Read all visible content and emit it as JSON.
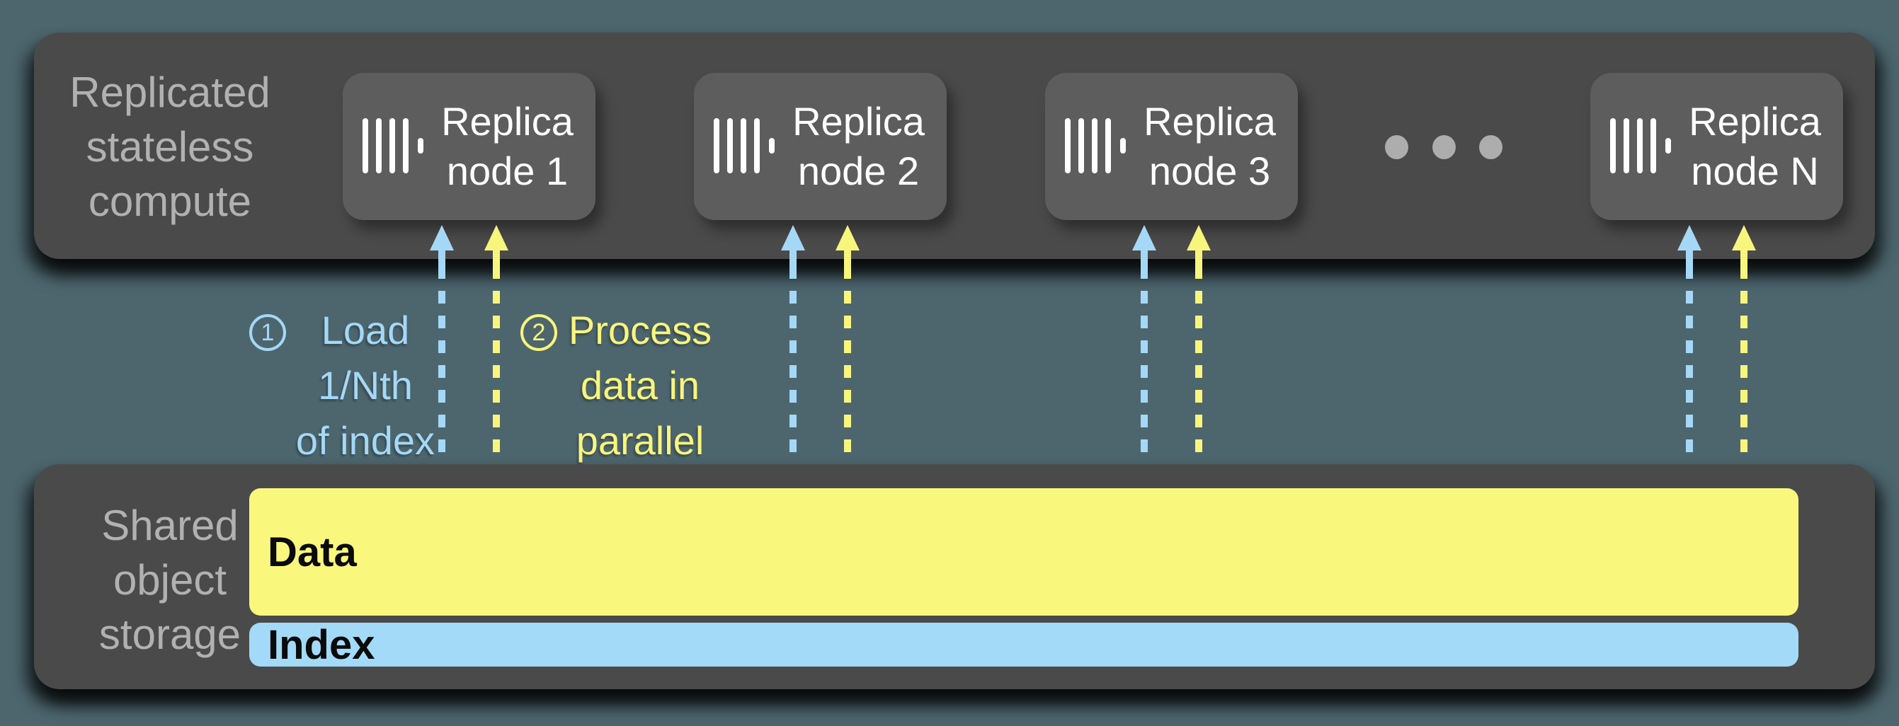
{
  "colors": {
    "background": "#4d666e",
    "section_box": "#4a4a4a",
    "node_box": "#5d5d5d",
    "muted_label_text": "#b1b1b1",
    "node_text": "#ffffff",
    "arrow_blue": "#a5d8f6",
    "arrow_yellow": "#f8f57d",
    "data_bar": "#f9f87d",
    "index_bar": "#a3daf7",
    "bar_label_text": "#0b0b0b",
    "ellipsis_dot": "#adadad"
  },
  "compute": {
    "label_lines": [
      "Replicated",
      "stateless",
      "compute"
    ],
    "nodes": [
      {
        "line1": "Replica",
        "line2": "node 1"
      },
      {
        "line1": "Replica",
        "line2": "node 2"
      },
      {
        "line1": "Replica",
        "line2": "node 3"
      },
      {
        "line1": "Replica",
        "line2": "node N"
      }
    ]
  },
  "storage": {
    "label_lines": [
      "Shared",
      "object",
      "storage"
    ],
    "data_bar_label": "Data",
    "index_bar_label": "Index"
  },
  "annotations": {
    "load_index": {
      "number": "1",
      "lines": [
        "Load",
        "1/Nth",
        "of index"
      ]
    },
    "process_data": {
      "number": "2",
      "lines": [
        "Process",
        "data in",
        "parallel"
      ]
    }
  }
}
